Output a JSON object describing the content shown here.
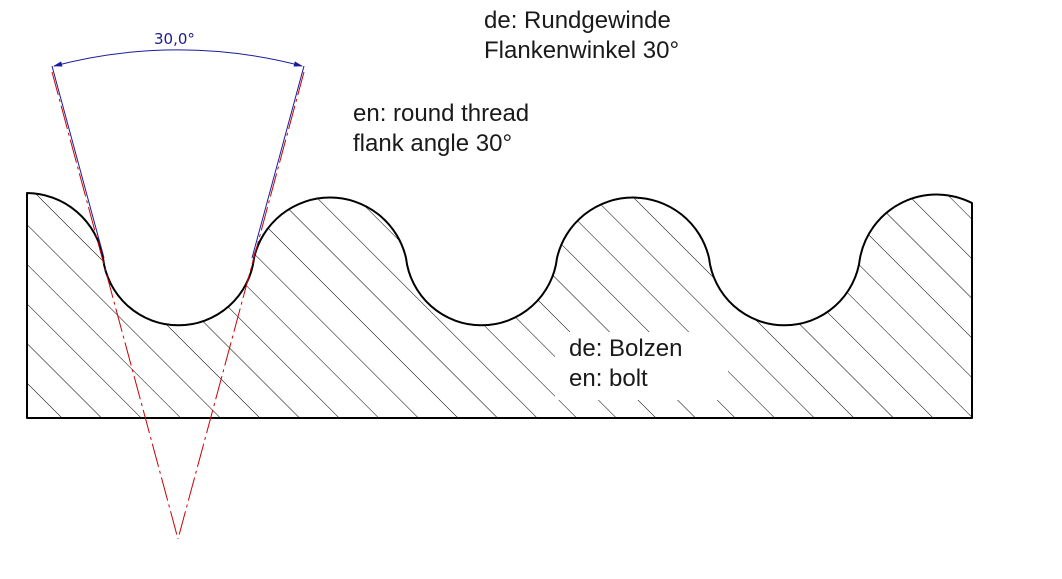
{
  "annotations": {
    "german": {
      "line1": "de: Rundgewinde",
      "line2": "Flankenwinkel 30°"
    },
    "english": {
      "line1": "en: round thread",
      "line2": "flank angle 30°"
    },
    "part": {
      "line1": "de: Bolzen",
      "line2": "en: bolt"
    }
  },
  "dimension": {
    "angle_text": "30,0°"
  },
  "colors": {
    "outline": "#000000",
    "hatch": "#000000",
    "centerline": "#cc0000",
    "dimension": "#1a1aa0"
  }
}
